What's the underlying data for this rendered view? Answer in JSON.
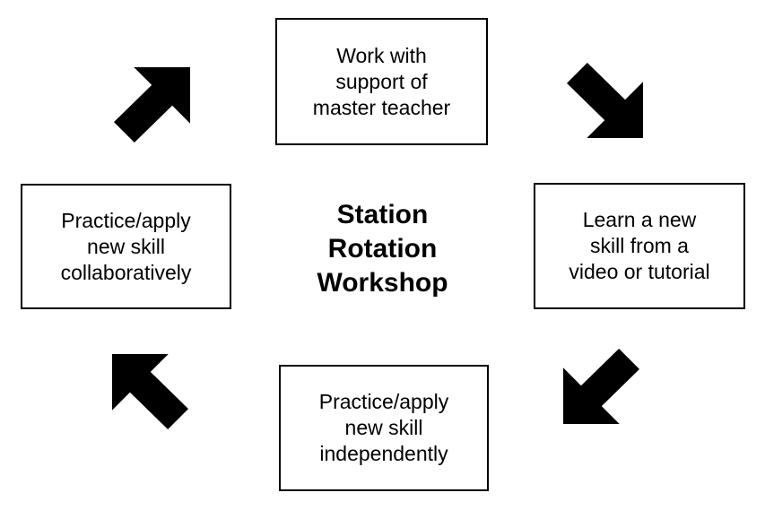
{
  "diagram": {
    "title": "Station\nRotation\nWorkshop",
    "boxes": {
      "top": "Work with\nsupport of\nmaster teacher",
      "right": "Learn a new\nskill from a\nvideo or tutorial",
      "bottom": "Practice/apply\nnew skill\nindependently",
      "left": "Practice/apply\nnew skill\ncollaboratively"
    },
    "arrows": [
      {
        "name": "arrow-up-right",
        "direction": "northeast",
        "from": "left box",
        "to": "top box"
      },
      {
        "name": "arrow-down-right",
        "direction": "southeast",
        "from": "top box",
        "to": "right box"
      },
      {
        "name": "arrow-down-left",
        "direction": "southwest",
        "from": "right box",
        "to": "bottom box"
      },
      {
        "name": "arrow-up-left",
        "direction": "northwest",
        "from": "bottom box",
        "to": "left box"
      }
    ],
    "colors": {
      "arrow": "#000000",
      "border": "#000000",
      "text": "#000000",
      "background": "#ffffff"
    }
  }
}
